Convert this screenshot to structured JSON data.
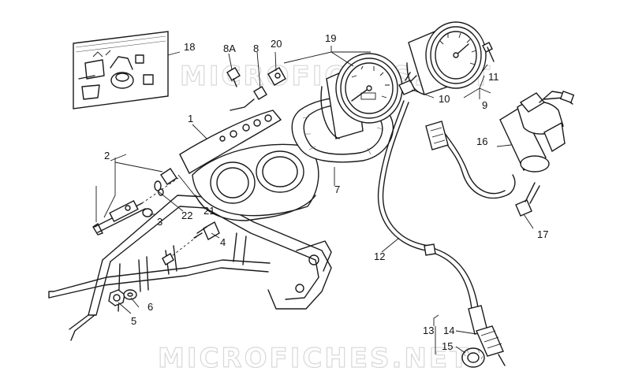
{
  "watermark": {
    "top": "MICROFICHES.NET",
    "bottom": "MICROFICHES.NET"
  },
  "callouts": {
    "c1": "1",
    "c2": "2",
    "c3": "3",
    "c4": "4",
    "c5": "5",
    "c6": "6",
    "c7": "7",
    "c8": "8",
    "c8a": "8A",
    "c9": "9",
    "c10": "10",
    "c11": "11",
    "c12": "12",
    "c13": "13",
    "c14": "14",
    "c15": "15",
    "c16": "16",
    "c17": "17",
    "c18": "18",
    "c19": "19",
    "c20": "20",
    "c21": "21",
    "c22": "22"
  }
}
